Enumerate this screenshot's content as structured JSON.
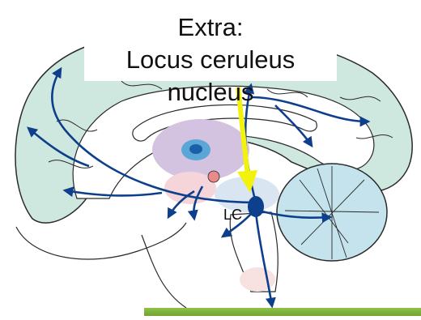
{
  "title": {
    "line1": "Extra:",
    "line2": "Locus ceruleus nucleus"
  },
  "labels": {
    "lc": "LC"
  },
  "colors": {
    "cortex": "#cfe8df",
    "cerebellum": "#c4e3ec",
    "thalamus": "#d4c3e0",
    "pathway": "#0d3f8c",
    "pointer_arrow": "#f2f20d",
    "outline": "#2a2a2a"
  }
}
